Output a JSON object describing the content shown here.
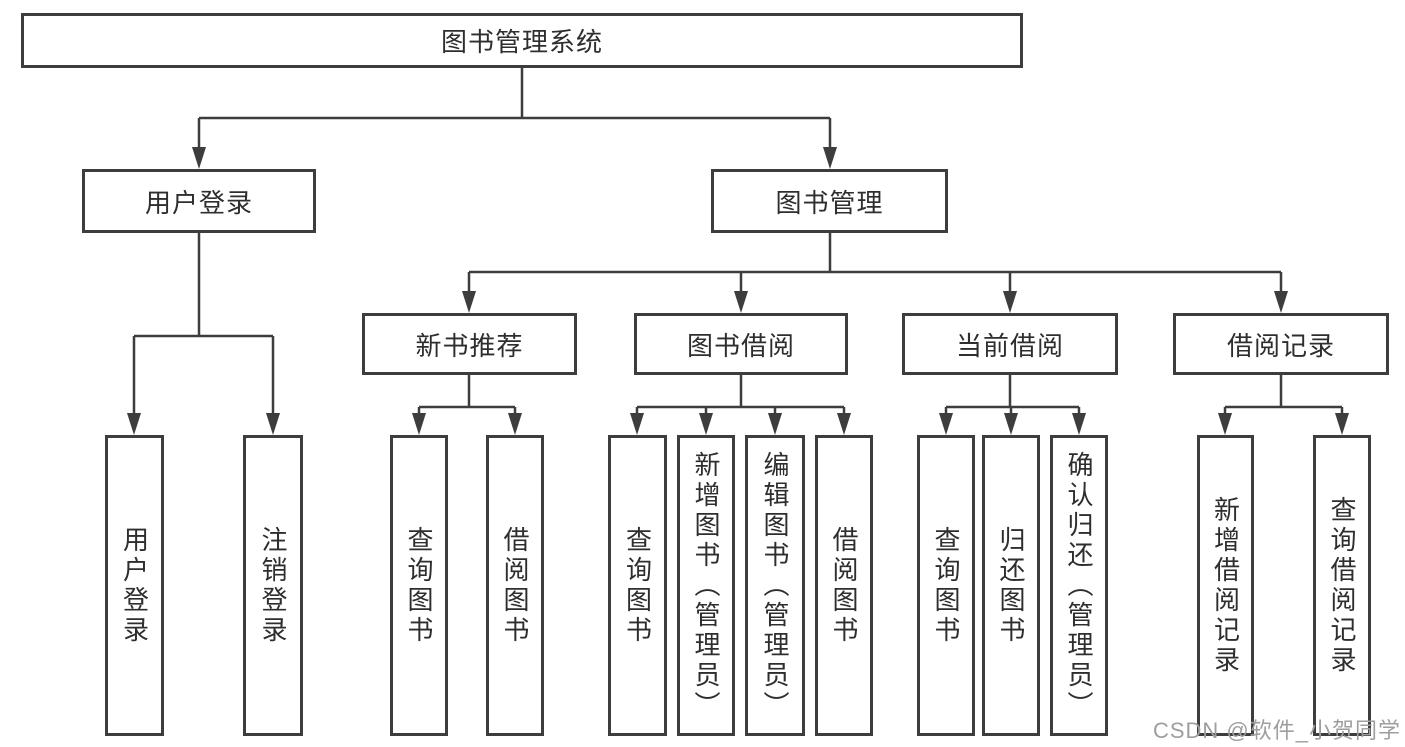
{
  "root": {
    "label": "图书管理系统"
  },
  "user_login": {
    "label": "用户登录",
    "children": [
      {
        "label": "用户登录"
      },
      {
        "label": "注销登录"
      }
    ]
  },
  "book_management": {
    "label": "图书管理",
    "groups": [
      {
        "label": "新书推荐",
        "children": [
          {
            "label": "查询图书"
          },
          {
            "label": "借阅图书"
          }
        ]
      },
      {
        "label": "图书借阅",
        "children": [
          {
            "label": "查询图书"
          },
          {
            "label": "新增图书（管理员）"
          },
          {
            "label": "编辑图书（管理员）"
          },
          {
            "label": "借阅图书"
          }
        ]
      },
      {
        "label": "当前借阅",
        "children": [
          {
            "label": "查询图书"
          },
          {
            "label": "归还图书"
          },
          {
            "label": "确认归还（管理员）"
          }
        ]
      },
      {
        "label": "借阅记录",
        "children": [
          {
            "label": "新增借阅记录"
          },
          {
            "label": "查询借阅记录"
          }
        ]
      }
    ]
  },
  "watermark": {
    "text": "CSDN @软件_小贺同学"
  },
  "colors": {
    "line": "#3d3d3d",
    "text": "#2e2e2e",
    "watermark": "#9e9e9e",
    "background": "#ffffff"
  }
}
